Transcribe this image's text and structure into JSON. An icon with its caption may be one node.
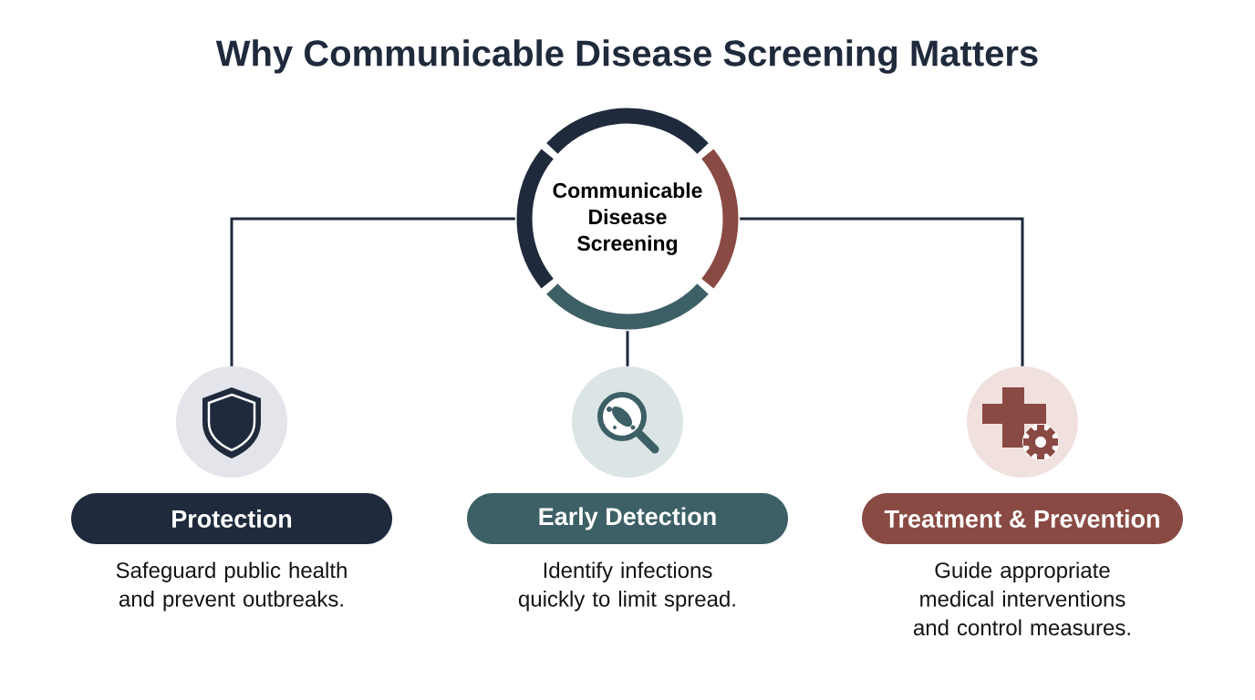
{
  "diagram": {
    "title": "Why Communicable Disease Screening Matters",
    "nodes": [
      {
        "text": [
          "Communicable Disease Screening"
        ]
      },
      {
        "text": [],
        "shape": "circle"
      },
      {
        "text": [
          "Protection"
        ],
        "beside": [
          "Safeguard public health and prevent outbreaks."
        ]
      },
      {
        "text": [],
        "shape": "circle"
      },
      {
        "text": [
          "Early Detection"
        ],
        "beside": [
          "Identify infections quickly to limit spread."
        ]
      },
      {
        "text": [],
        "shape": "circle"
      },
      {
        "text": [
          "Treatment & Prevention"
        ],
        "beside": [
          "Guide appropriate medical interventions and control measures."
        ]
      }
    ],
    "edges": [
      {
        "from": 0,
        "to": 1,
        "arrow": "none"
      },
      {
        "from": 0,
        "to": 3,
        "arrow": "none"
      },
      {
        "from": 0,
        "to": 5,
        "arrow": "none"
      }
    ]
  }
}
